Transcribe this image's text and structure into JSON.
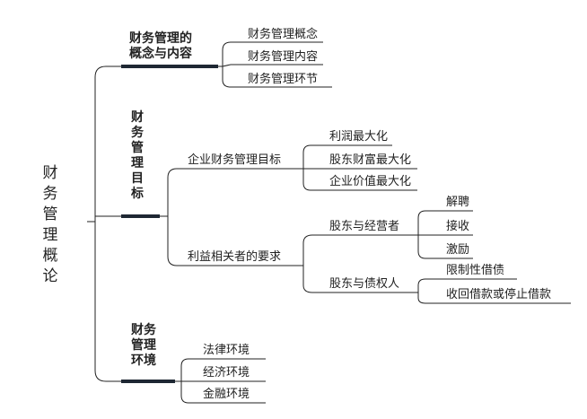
{
  "root": "财务管理概论",
  "branches": {
    "concept": {
      "title": [
        "财务管理的",
        "概念与内容"
      ],
      "items": [
        "财务管理概念",
        "财务管理内容",
        "财务管理环节"
      ]
    },
    "goal": {
      "title": "财务管理目标",
      "enterprise": {
        "label": "企业财务管理目标",
        "items": [
          "利润最大化",
          "股东财富最大化",
          "企业价值最大化"
        ]
      },
      "stakeholders": {
        "label": "利益相关者的要求",
        "manager": {
          "label": "股东与经营者",
          "items": [
            "解聘",
            "接收",
            "激励"
          ]
        },
        "creditor": {
          "label": "股东与债权人",
          "items": [
            "限制性借债",
            "收回借款或停止借款"
          ]
        }
      }
    },
    "environment": {
      "title": [
        "财务",
        "管理",
        "环境"
      ],
      "items": [
        "法律环境",
        "经济环境",
        "金融环境"
      ]
    }
  }
}
